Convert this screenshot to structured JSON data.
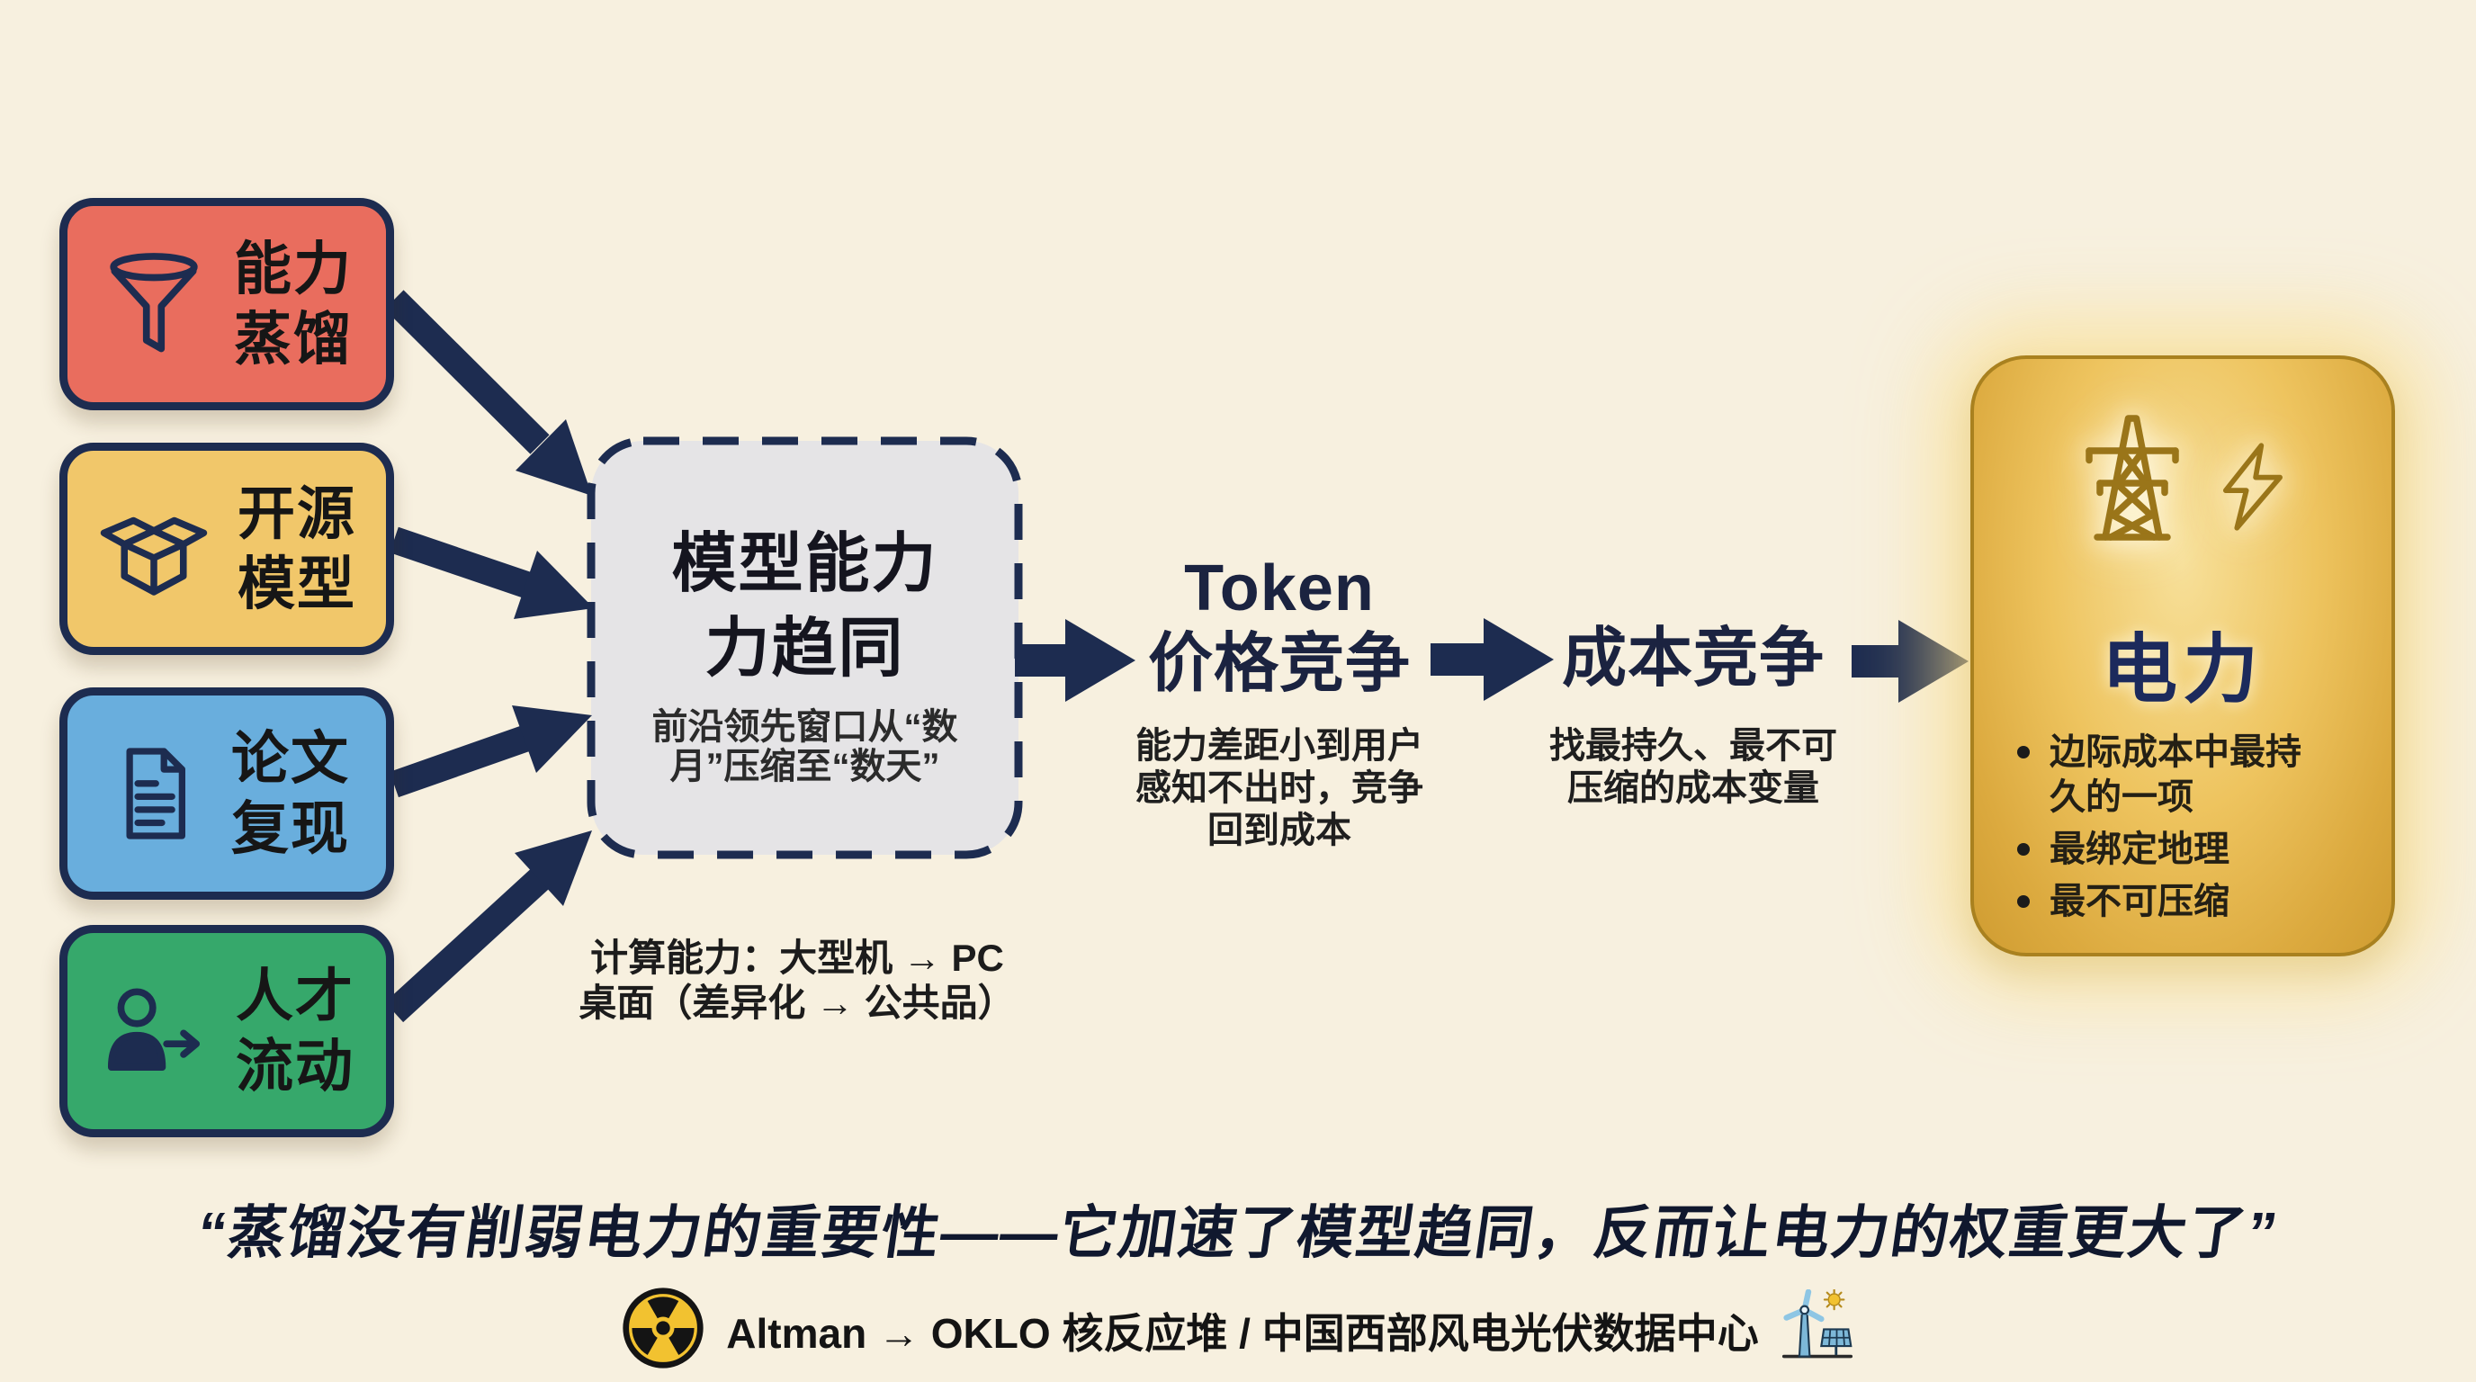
{
  "colors": {
    "background": "#f7f0df",
    "navy": "#1d2c50",
    "source_red": "#e96d5e",
    "source_yellow": "#f1c76a",
    "source_blue": "#69aedd",
    "source_green": "#36a86b",
    "convergence_gray": "#e5e4e6",
    "gold": "#eec45f",
    "gold_border": "#a9811f"
  },
  "sources": [
    {
      "name": "capability-distillation",
      "line1": "能力",
      "line2": "蒸馏",
      "icon": "funnel-icon"
    },
    {
      "name": "open-source-models",
      "line1": "开源",
      "line2": "模型",
      "icon": "open-box-icon"
    },
    {
      "name": "paper-reproduction",
      "line1": "论文",
      "line2": "复现",
      "icon": "document-icon"
    },
    {
      "name": "talent-mobility",
      "line1": "人才",
      "line2": "流动",
      "icon": "person-arrow-icon"
    }
  ],
  "convergence": {
    "title_line1": "模型能力",
    "title_line2": "力趋同",
    "subtitle_line1": "前沿领先窗口从“数",
    "subtitle_line2": "月”压缩至“数天”"
  },
  "note": {
    "line1": "计算能力：大型机 → PC",
    "line2": "桌面（差异化 → 公共品）"
  },
  "token_competition": {
    "title_line1": "Token",
    "title_line2": "价格竞争",
    "subtitle_lines": [
      "能力差距小到用户",
      "感知不出时，竞争",
      "回到成本"
    ]
  },
  "cost_competition": {
    "title": "成本竞争",
    "subtitle_lines": [
      "找最持久、最不可",
      "压缩的成本变量"
    ]
  },
  "electricity": {
    "title": "电力",
    "bullets": [
      "边际成本中最持久的一项",
      "最绑定地理",
      "最不可压缩"
    ]
  },
  "quote": "“蒸馏没有削弱电力的重要性——它加速了模型趋同，反而让电力的权重更大了”",
  "footer": {
    "caption": "Altman → OKLO 核反应堆 / 中国西部风电光伏数据中心"
  }
}
